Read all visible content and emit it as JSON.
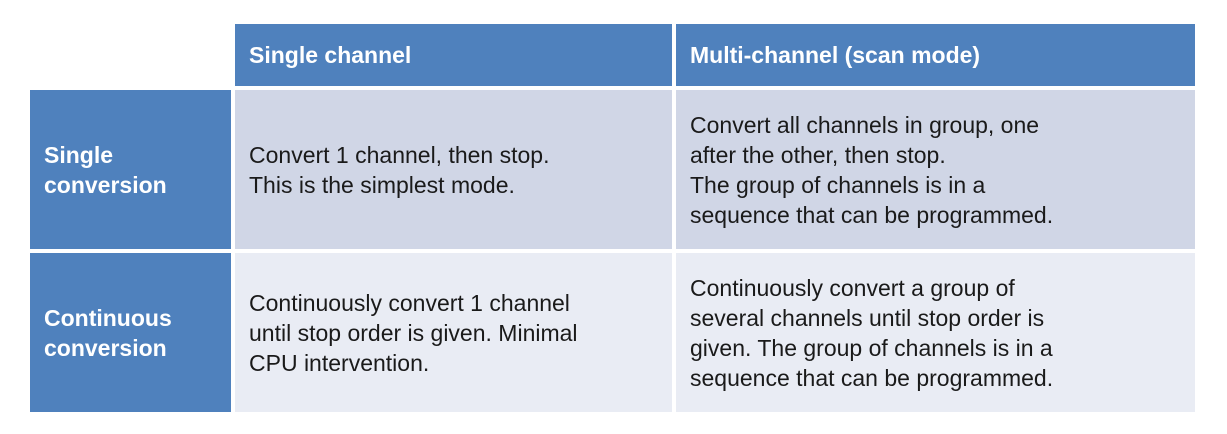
{
  "colors": {
    "header_bg": "#4f81bd",
    "row1_bg": "#d0d6e6",
    "row2_bg": "#e9ecf4",
    "header_text": "#ffffff",
    "body_text": "#1a1a1a",
    "page_bg": "#ffffff"
  },
  "table": {
    "column_headers": [
      "Single channel",
      "Multi-channel (scan mode)"
    ],
    "rows": [
      {
        "header": "Single conversion",
        "single_channel": "Convert 1 channel, then stop.\nThis is the simplest mode.",
        "multi_channel": "Convert all channels in group, one\nafter the other, then stop.\nThe group of channels is in a\nsequence that can be programmed."
      },
      {
        "header": "Continuous conversion",
        "single_channel": "Continuously convert 1 channel\nuntil stop order is given. Minimal\nCPU intervention.",
        "multi_channel": "Continuously convert a group of\nseveral channels until stop order is\ngiven. The group of channels is in a\nsequence that can be programmed."
      }
    ]
  }
}
